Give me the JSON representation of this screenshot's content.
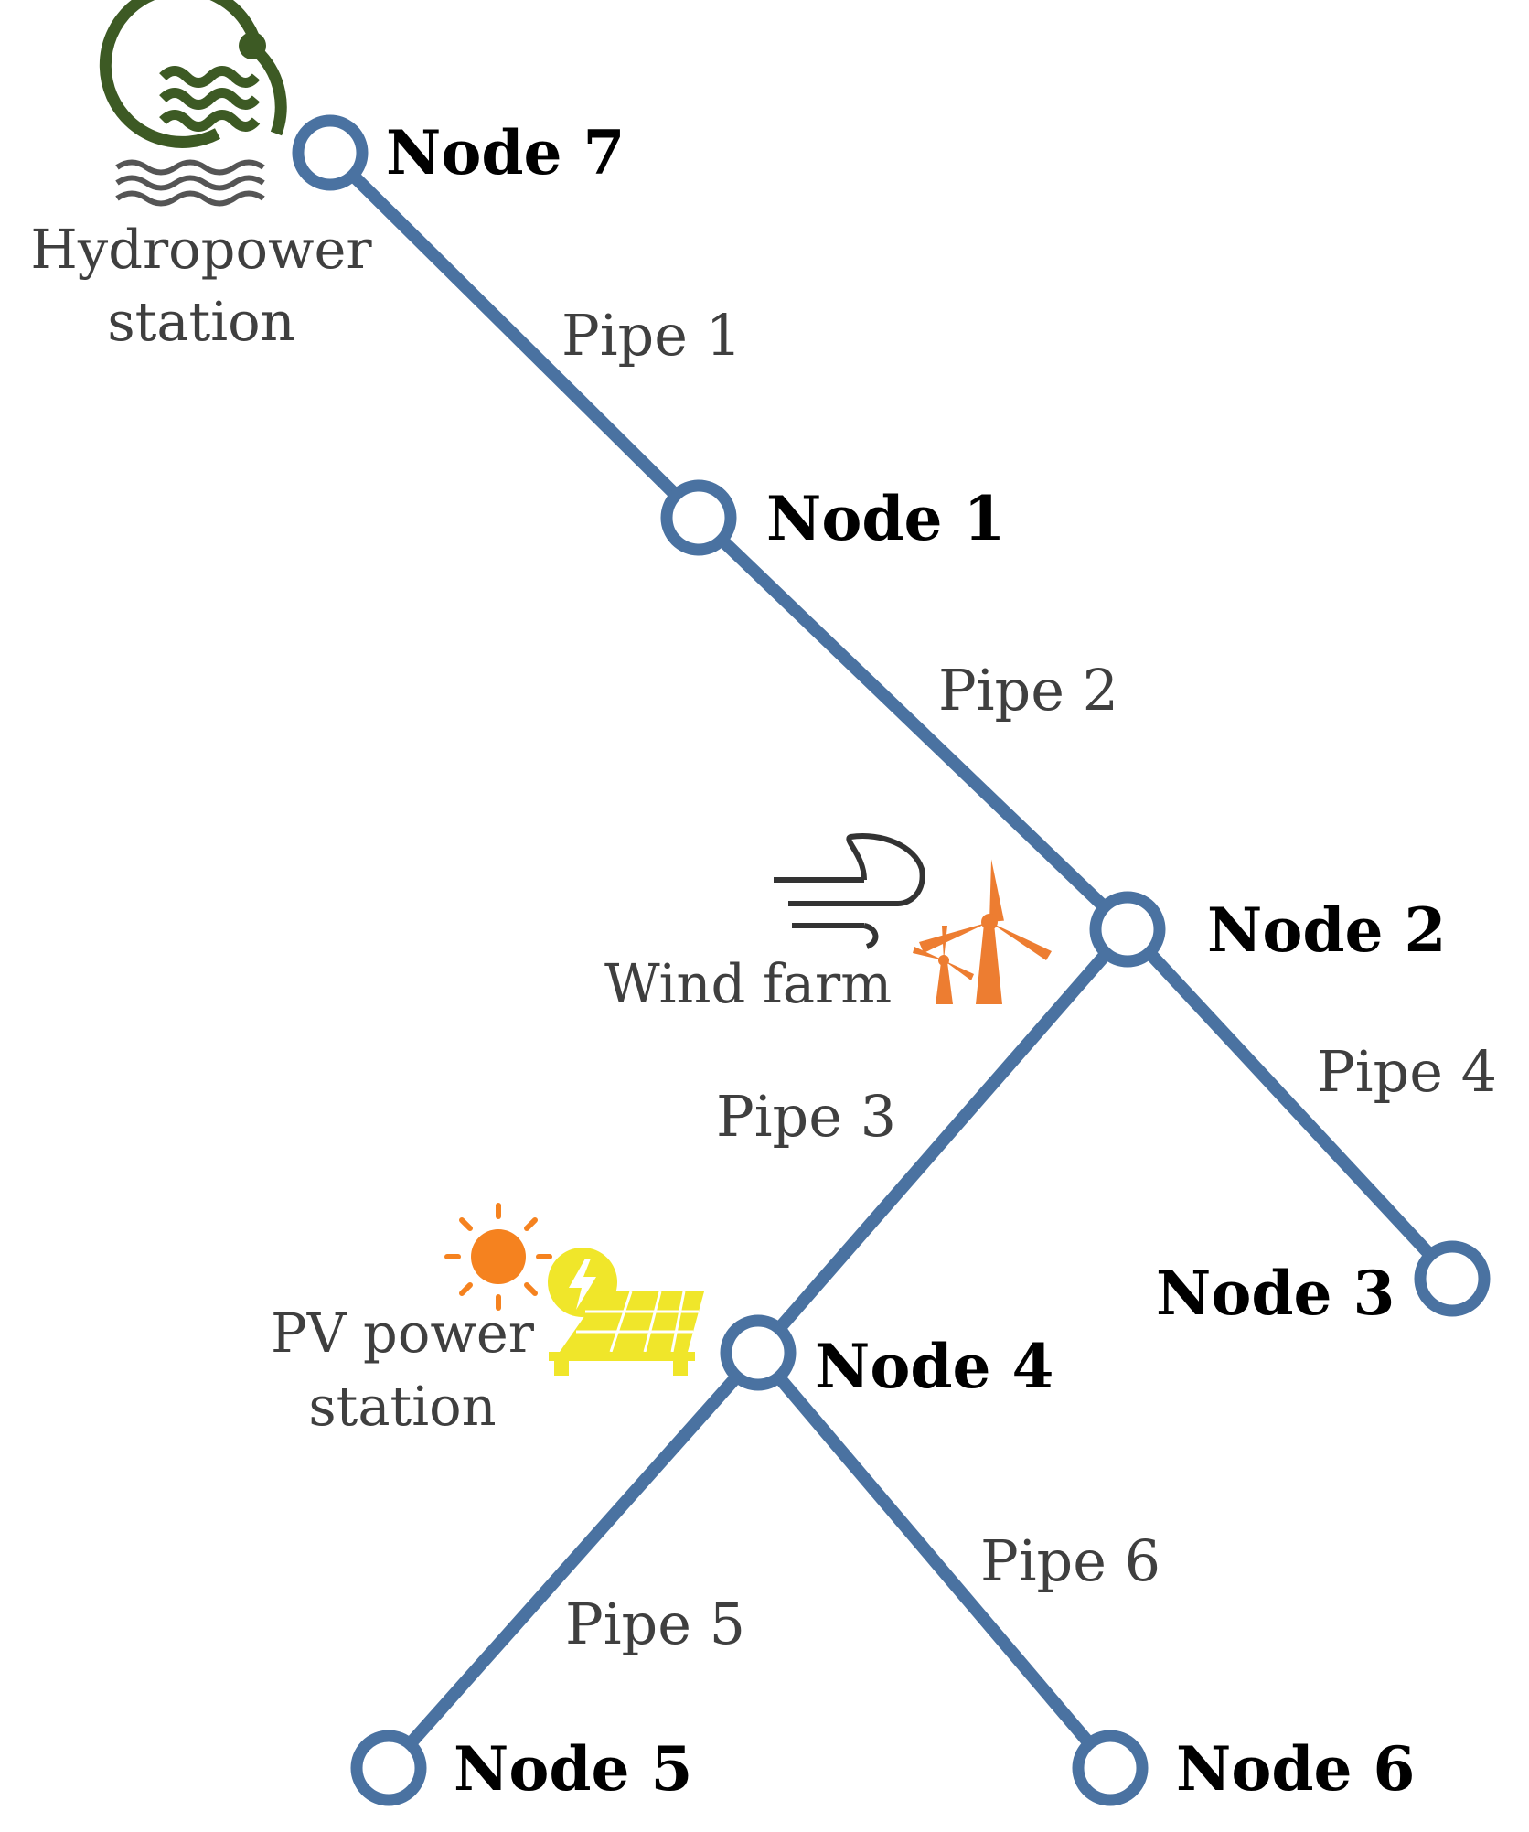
{
  "colors": {
    "pipe": "#4a72a1",
    "node_label": "#000000",
    "pipe_label": "#3f3f3f",
    "hydro_icon": "#3d5a24",
    "wind_icon": "#ed7d31",
    "sun_icon": "#f5821f",
    "pv_icon": "#f0e62a"
  },
  "nodes": {
    "n7": "Node 7",
    "n1": "Node 1",
    "n2": "Node 2",
    "n3": "Node 3",
    "n4": "Node 4",
    "n5": "Node 5",
    "n6": "Node 6"
  },
  "pipes": {
    "p1": "Pipe 1",
    "p2": "Pipe 2",
    "p3": "Pipe 3",
    "p4": "Pipe 4",
    "p5": "Pipe 5",
    "p6": "Pipe 6"
  },
  "sources": {
    "hydro": {
      "icon": "hydropower-icon",
      "line1": "Hydropower",
      "line2": "station"
    },
    "wind": {
      "icon": "wind-turbine-icon",
      "line1": "Wind farm"
    },
    "pv": {
      "icon": "solar-panel-icon",
      "line1": "PV power",
      "line2": "station"
    }
  }
}
